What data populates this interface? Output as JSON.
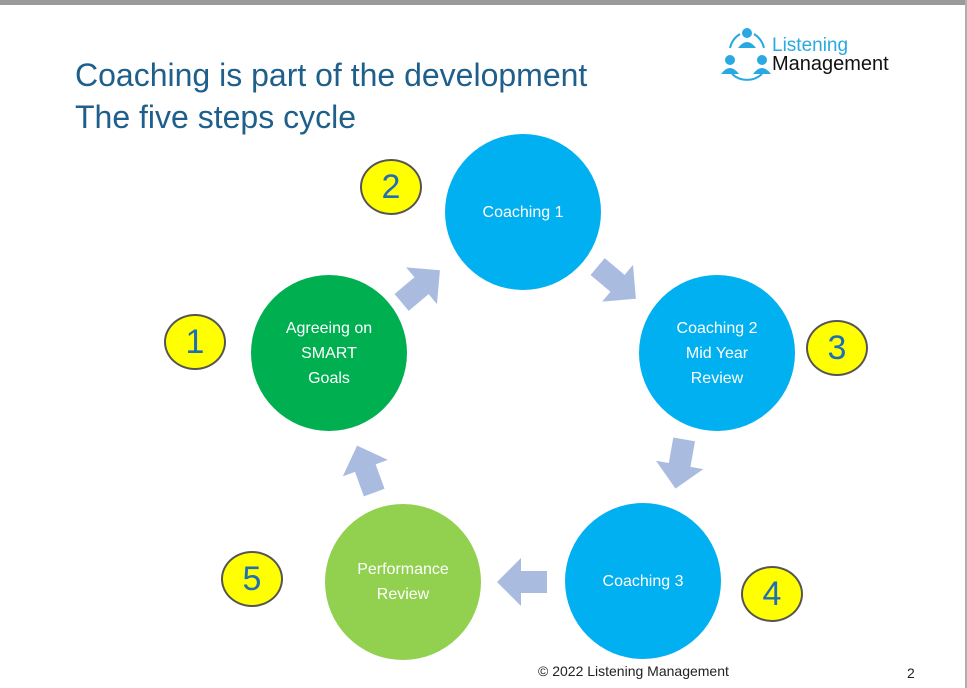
{
  "title": {
    "line1": "Coaching is part of the development",
    "line2": "The five steps cycle"
  },
  "logo": {
    "line1": "Listening",
    "line2": "Management"
  },
  "steps": [
    {
      "number": "1",
      "label": "Agreeing on\nSMART\nGoals",
      "color": "#00b050"
    },
    {
      "number": "2",
      "label": "Coaching 1",
      "color": "#00b0f0"
    },
    {
      "number": "3",
      "label": "Coaching 2\nMid Year\n Review",
      "color": "#00b0f0"
    },
    {
      "number": "4",
      "label": "Coaching 3",
      "color": "#00b0f0"
    },
    {
      "number": "5",
      "label": "Performance\nReview",
      "color": "#92d050"
    }
  ],
  "arrow_color": "#a9bce0",
  "footer": {
    "copyright": "© 2022 Listening Management",
    "page_number": "2"
  }
}
